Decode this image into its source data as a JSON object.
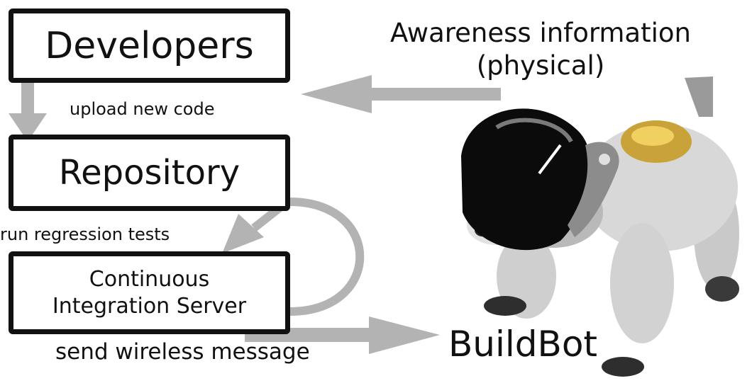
{
  "diagram": {
    "boxes": {
      "developers": "Developers",
      "repository": "Repository",
      "ci_server_line1": "Continuous",
      "ci_server_line2": "Integration Server"
    },
    "labels": {
      "upload": "upload new code",
      "regression": "run regression tests",
      "wireless": "send wireless message",
      "awareness_line1": "Awareness information",
      "awareness_line2": "(physical)",
      "buildbot": "BuildBot"
    },
    "arrow_color": "#b3b3b3",
    "border_color": "#111111",
    "robot_image": "robot-dog"
  }
}
